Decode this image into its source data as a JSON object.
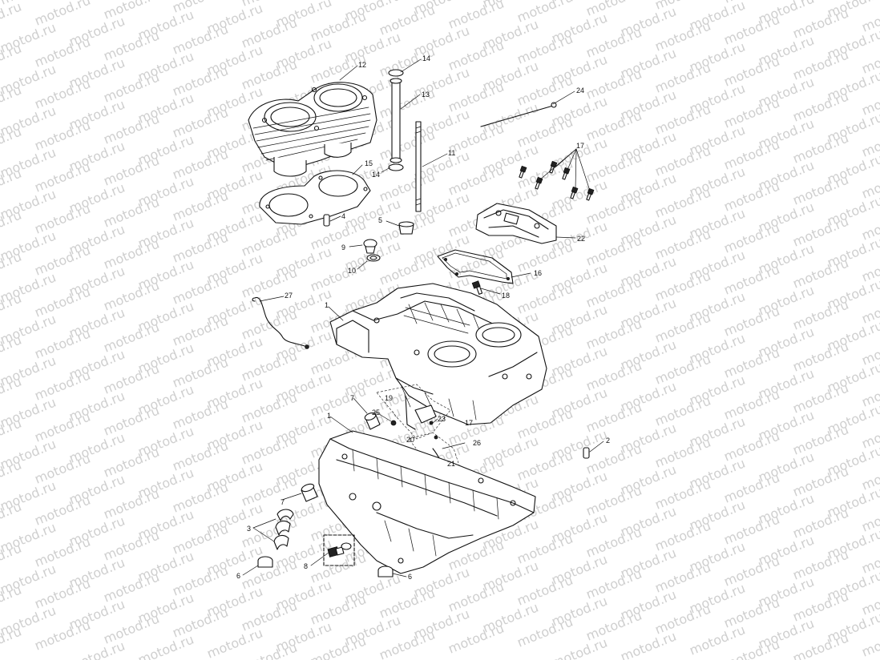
{
  "watermark": {
    "text": "motod.ru"
  },
  "callouts": {
    "c1_upper": "1",
    "c1_lower": "1",
    "c2": "2",
    "c3": "3",
    "c4": "4",
    "c5": "5",
    "c6_left": "6",
    "c6_right": "6",
    "c7_upper": "7",
    "c7_lower": "7",
    "c8": "8",
    "c9": "9",
    "c10": "10",
    "c11": "11",
    "c12": "12",
    "c13": "13",
    "c14_top": "14",
    "c14_bottom": "14",
    "c15": "15",
    "c16": "16",
    "c17_top": "17",
    "c17_mid": "17",
    "c18": "18",
    "c19": "19",
    "c20": "20",
    "c21": "21",
    "c22": "22",
    "c23": "23",
    "c24": "24",
    "c25": "25",
    "c26": "26",
    "c27": "27"
  }
}
